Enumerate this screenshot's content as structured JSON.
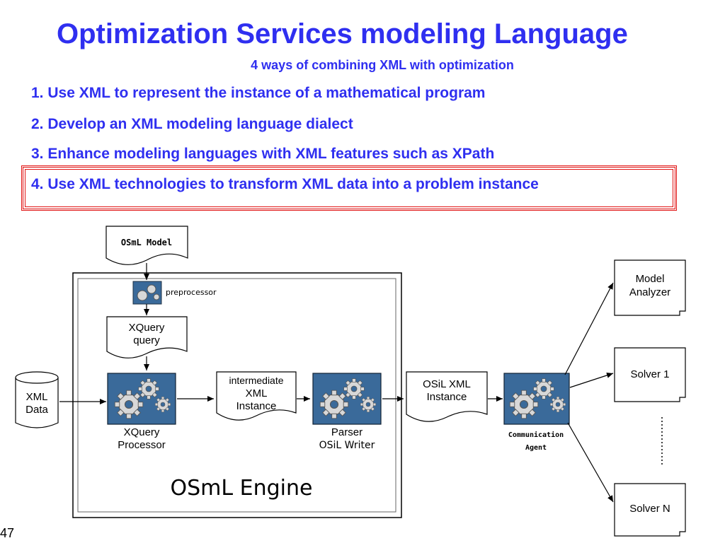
{
  "slide": {
    "title": "Optimization Services modeling Language",
    "subtitle": "4 ways of combining XML with optimization",
    "points": [
      "1. Use XML to represent the instance of a mathematical program",
      "2. Develop an XML modeling language dialect",
      "3. Enhance modeling languages with XML features such as XPath",
      "4. Use XML technologies to transform XML data into a problem instance"
    ],
    "slide_number": "47"
  },
  "diagram": {
    "osml_model": "OSmL Model",
    "preprocessor": "preprocessor",
    "xquery_query": [
      "XQuery",
      "query"
    ],
    "xml_data": [
      "XML",
      "Data"
    ],
    "xquery_processor": [
      "XQuery",
      "Processor"
    ],
    "intermediate": [
      "intermediate",
      "XML",
      "Instance"
    ],
    "parser": [
      "Parser",
      "OSiL Writer"
    ],
    "osil_instance": [
      "OSiL XML",
      "Instance"
    ],
    "agent": [
      "Communication",
      "Agent"
    ],
    "engine_label": "OSmL Engine",
    "model_analyzer": [
      "Model",
      "Analyzer"
    ],
    "solver1": "Solver 1",
    "solverN": "Solver N"
  },
  "colors": {
    "title": "#2f2ff0",
    "highlight": "#e01010",
    "gear_box": "#3a6a9a"
  }
}
